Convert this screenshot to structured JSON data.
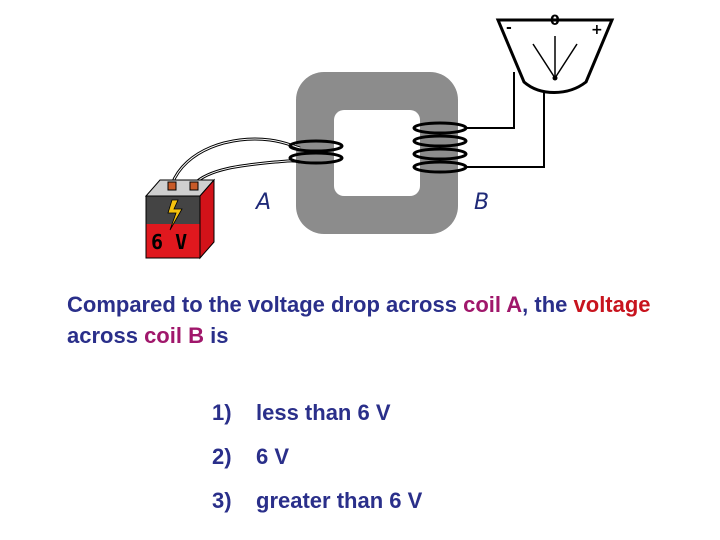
{
  "diagram": {
    "coil_a_label": "A",
    "coil_b_label": "B",
    "battery_label": "6 V",
    "meter": {
      "minus": "-",
      "zero": "0",
      "plus": "+"
    },
    "colors": {
      "core": "#8c8c8c",
      "battery_red": "#e0181e",
      "battery_dark": "#444444",
      "text_blue": "#2a2f8a",
      "highlight_purple": "#a0176b",
      "highlight_red": "#c8141e"
    }
  },
  "question": {
    "part1": "Compared to the voltage drop across ",
    "coil_a": "coil A",
    "part2": ", the ",
    "voltage": "voltage",
    "part3": " across ",
    "coil_b": "coil B",
    "part4": " is"
  },
  "options": [
    {
      "num": "1)",
      "text": "less than 6 V"
    },
    {
      "num": "2)",
      "text": "6 V"
    },
    {
      "num": "3)",
      "text": "greater than 6 V"
    }
  ]
}
